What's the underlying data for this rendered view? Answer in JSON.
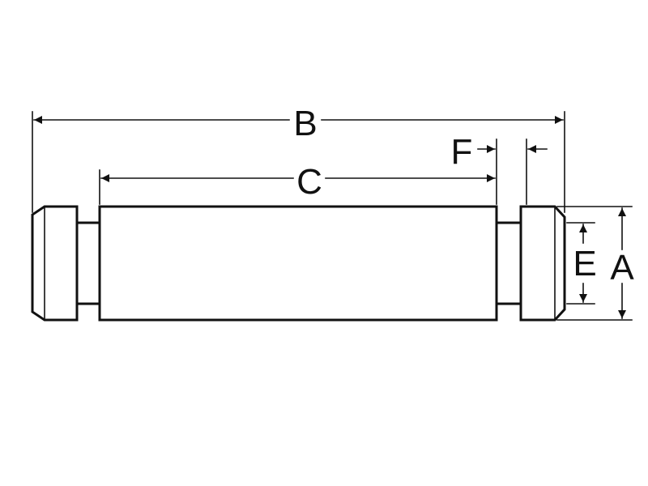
{
  "labels": {
    "B": "B",
    "C": "C",
    "F": "F",
    "E": "E",
    "A": "A"
  },
  "colors": {
    "line": "#111111",
    "background": "#ffffff"
  }
}
